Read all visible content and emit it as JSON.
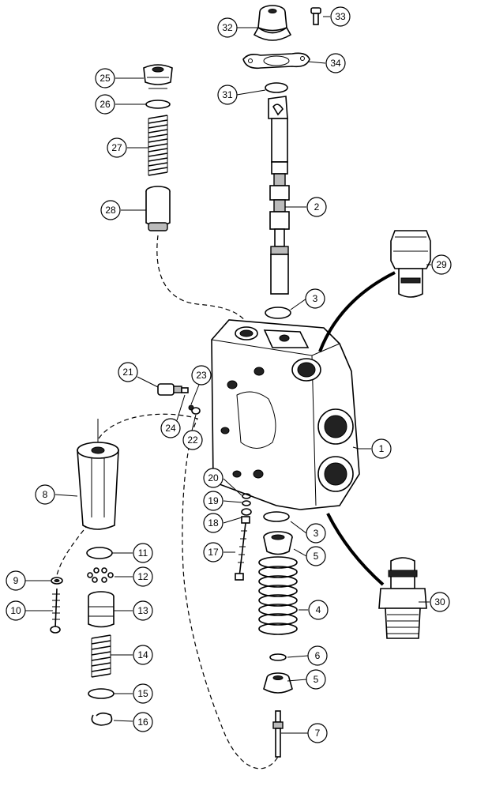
{
  "callouts": [
    {
      "id": "1",
      "label": "1"
    },
    {
      "id": "2",
      "label": "2"
    },
    {
      "id": "3a",
      "label": "3"
    },
    {
      "id": "3b",
      "label": "3"
    },
    {
      "id": "4",
      "label": "4"
    },
    {
      "id": "5a",
      "label": "5"
    },
    {
      "id": "5b",
      "label": "5"
    },
    {
      "id": "6",
      "label": "6"
    },
    {
      "id": "7",
      "label": "7"
    },
    {
      "id": "8",
      "label": "8"
    },
    {
      "id": "9",
      "label": "9"
    },
    {
      "id": "10",
      "label": "10"
    },
    {
      "id": "11",
      "label": "11"
    },
    {
      "id": "12",
      "label": "12"
    },
    {
      "id": "13",
      "label": "13"
    },
    {
      "id": "14",
      "label": "14"
    },
    {
      "id": "15",
      "label": "15"
    },
    {
      "id": "16",
      "label": "16"
    },
    {
      "id": "17",
      "label": "17"
    },
    {
      "id": "18",
      "label": "18"
    },
    {
      "id": "19",
      "label": "19"
    },
    {
      "id": "20",
      "label": "20"
    },
    {
      "id": "21",
      "label": "21"
    },
    {
      "id": "22",
      "label": "22"
    },
    {
      "id": "23",
      "label": "23"
    },
    {
      "id": "24",
      "label": "24"
    },
    {
      "id": "25",
      "label": "25"
    },
    {
      "id": "26",
      "label": "26"
    },
    {
      "id": "27",
      "label": "27"
    },
    {
      "id": "28",
      "label": "28"
    },
    {
      "id": "29",
      "label": "29"
    },
    {
      "id": "30",
      "label": "30"
    },
    {
      "id": "31",
      "label": "31"
    },
    {
      "id": "32",
      "label": "32"
    },
    {
      "id": "33",
      "label": "33"
    },
    {
      "id": "34",
      "label": "34"
    }
  ]
}
